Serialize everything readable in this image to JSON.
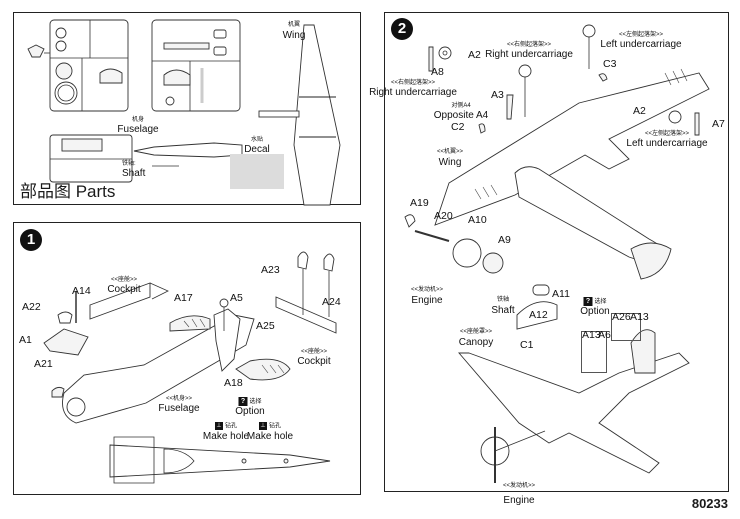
{
  "page_number": "80233",
  "parts_panel": {
    "title": "部品图 Parts",
    "wing": {
      "cn": "机翼",
      "en": "Wing"
    },
    "fuselage": {
      "cn": "机身",
      "en": "Fuselage"
    },
    "decal": {
      "cn": "水贴",
      "en": "Decal"
    },
    "shaft": {
      "cn": "铁轴:",
      "en": "Shaft"
    }
  },
  "step1": {
    "number": "1",
    "cockpit_top": {
      "cn": "<<座舱>>",
      "en": "Cockpit"
    },
    "cockpit_right": {
      "cn": "<<座舱>>",
      "en": "Cockpit"
    },
    "fuselage": {
      "cn": "<<机身>>",
      "en": "Fuselage"
    },
    "option": {
      "cn": "选择",
      "en": "Option",
      "icon": "question-icon"
    },
    "make_hole_1": {
      "cn": "钻孔",
      "en": "Make hole",
      "icon": "drill-icon"
    },
    "make_hole_2": {
      "cn": "钻孔",
      "en": "Make hole",
      "icon": "drill-icon"
    },
    "parts": [
      "A14",
      "A22",
      "A1",
      "A21",
      "A17",
      "A5",
      "A18",
      "A23",
      "A24",
      "A25"
    ]
  },
  "step2": {
    "number": "2",
    "right_undercarriage_top": {
      "cn": "<<右侧起落架>>",
      "en": "Right undercarriage"
    },
    "left_undercarriage_top": {
      "cn": "<<左侧起落架>>",
      "en": "Left undercarriage"
    },
    "right_undercarriage_left": {
      "cn": "<<右侧起落架>>",
      "en": "Right undercarriage"
    },
    "left_undercarriage_right": {
      "cn": "<<左侧起落架>>",
      "en": "Left undercarriage"
    },
    "opposite": {
      "cn": "对侧A4",
      "en": "Opposite A4"
    },
    "wing": {
      "cn": "<<机翼>>",
      "en": "Wing"
    },
    "engine_top": {
      "cn": "<<发动机>>",
      "en": "Engine"
    },
    "engine_bottom": {
      "cn": "<<发动机>>",
      "en": "Engine"
    },
    "shaft": {
      "cn": "铁轴",
      "en": "Shaft"
    },
    "canopy": {
      "cn": "<<座舱罩>>",
      "en": "Canopy"
    },
    "option": {
      "cn": "选择",
      "en": "Option",
      "icon": "question-icon"
    },
    "parts": [
      "A2",
      "A8",
      "A3",
      "C2",
      "C3",
      "A2",
      "A7",
      "A19",
      "A20",
      "A10",
      "A9",
      "A11",
      "A12",
      "C1",
      "A13",
      "A6",
      "A26",
      "A13"
    ]
  }
}
